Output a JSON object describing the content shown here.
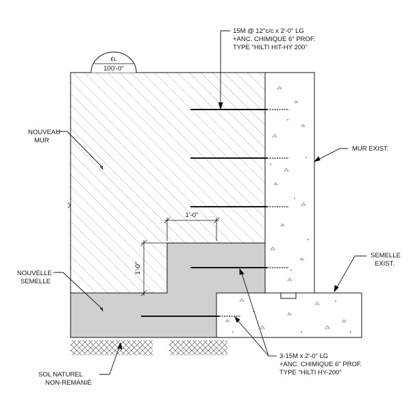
{
  "elevation_marker": {
    "label": "ÉL",
    "value": "100'-0\""
  },
  "labels": {
    "new_wall": [
      "NOUVEAU",
      "MUR"
    ],
    "existing_wall": "MUR EXIST.",
    "new_footing": [
      "NOUVELLE",
      "SEMELLE"
    ],
    "existing_footing": [
      "SEMELLE",
      "EXIST."
    ],
    "natural_soil": [
      "SOL NATUREL",
      "NON-REMANIÉ"
    ]
  },
  "notes": {
    "top_anchor": [
      "15M @ 12\"c/c x 2'-0\" LG",
      "+ANC. CHIMIQUE 6\" PROF.",
      "TYPE \"HILTI HIT-HY 200\""
    ],
    "bottom_anchor": [
      "3-15M x 2'-0\" LG",
      "+ANC. CHIMIQUE 6\" PROF.",
      "TYPE \"HILTI HY-200\""
    ]
  },
  "dimensions": {
    "horizontal": "1'-0\"",
    "vertical": "1'-0\""
  },
  "colors": {
    "line": "#111111",
    "fill_footing": "#d0d0d0",
    "hatch": "#9a9a9a"
  }
}
